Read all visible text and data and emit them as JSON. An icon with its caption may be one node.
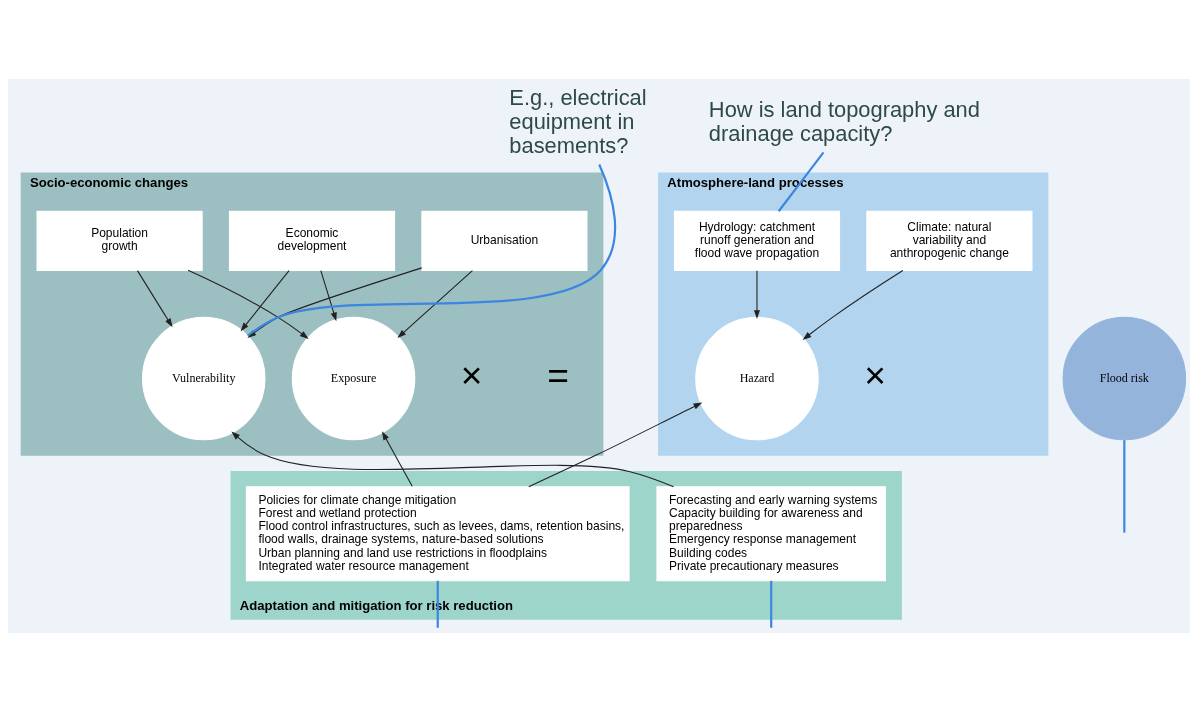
{
  "diagram": {
    "nodes": [
      {
        "text": [
          "Atmosphere-land processes"
        ]
      },
      {
        "text": [
          "Climate: natural variability and anthropogenic change"
        ],
        "in": 0
      },
      {
        "text": [
          "Hydrology: catchment runoff generation and flood wave propagation"
        ],
        "in": 0
      },
      {
        "text": [
          "Hazard"
        ],
        "in": 0
      },
      {
        "text": [
          "Socio-economic changes"
        ]
      },
      {
        "text": [
          "Population growth"
        ],
        "in": 4
      },
      {
        "text": [
          "Urbanisation"
        ],
        "in": 4
      },
      {
        "text": [
          "Economic development"
        ],
        "in": 4
      },
      {
        "text": [
          "Exposure"
        ],
        "in": 4
      },
      {
        "text": [
          "Vulnerability"
        ],
        "in": 4
      },
      {
        "text": [
          "Flood risk"
        ]
      },
      {
        "text": [
          "Adaptation and mitigation for risk reduction"
        ]
      },
      {
        "text": [
          "Policies for climate change mitigation",
          "Forest and wetland protection",
          "Flood control infrastructures, such as levees, dams, retention basins, flood walls, drainage systems, nature-based solutions",
          "Urban planning and land use restrictions in floodplains",
          "Integrated water resource management"
        ],
        "in": 11
      },
      {
        "text": [
          "Forecasting and early warning systems",
          "Capacity building for awareness and preparedness",
          "Emergency response management",
          "Building codes",
          "Private precautionary measures"
        ],
        "in": 11
      },
      {
        "text": [
          "How is land topography and drainage capacity?"
        ]
      },
      {
        "text": [
          "E.g., electrical equipment in basements?"
        ]
      }
    ],
    "edges": [
      {
        "from": 1,
        "to": 3,
        "arrow": "to"
      },
      {
        "from": 2,
        "to": 3,
        "arrow": "to"
      },
      {
        "from": 5,
        "to": 8,
        "arrow": "to"
      },
      {
        "from": 5,
        "to": 9,
        "arrow": "to"
      },
      {
        "from": 6,
        "to": 8,
        "arrow": "to"
      },
      {
        "from": 6,
        "to": 9,
        "arrow": "to"
      },
      {
        "from": 7,
        "to": 8,
        "arrow": "to"
      },
      {
        "from": 7,
        "to": 9,
        "arrow": "to"
      },
      {
        "from": 12,
        "to": 3,
        "arrow": "to"
      },
      {
        "from": 12,
        "to": 8,
        "arrow": "to"
      },
      {
        "from": 13,
        "to": 9,
        "arrow": "to"
      },
      {
        "from": 14,
        "to": 2,
        "arrow": "none",
        "color": "#3b86e0"
      },
      {
        "from": 15,
        "to": 9,
        "arrow": "none",
        "color": "#3b86e0"
      },
      {
        "from": 12,
        "to": null,
        "arrow": "none",
        "color": "#3b86e0"
      },
      {
        "from": 13,
        "to": null,
        "arrow": "none",
        "color": "#3b86e0"
      },
      {
        "from": 10,
        "to": null,
        "arrow": "none",
        "color": "#3b86e0"
      }
    ],
    "labels": [
      "×",
      "×",
      "="
    ]
  }
}
